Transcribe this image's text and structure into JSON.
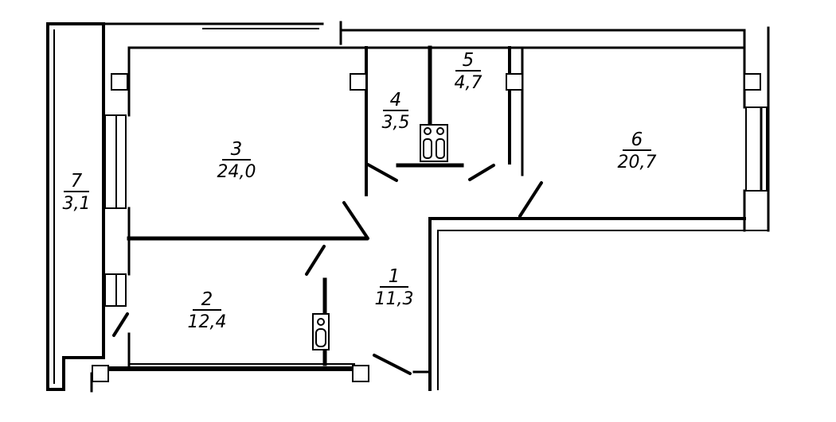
{
  "colors": {
    "wall": "#000000",
    "background": "#ffffff"
  },
  "rooms": [
    {
      "number": "1",
      "area": "11,3"
    },
    {
      "number": "2",
      "area": "12,4"
    },
    {
      "number": "3",
      "area": "24,0"
    },
    {
      "number": "4",
      "area": "3,5"
    },
    {
      "number": "5",
      "area": "4,7"
    },
    {
      "number": "6",
      "area": "20,7"
    },
    {
      "number": "7",
      "area": "3,1"
    }
  ]
}
